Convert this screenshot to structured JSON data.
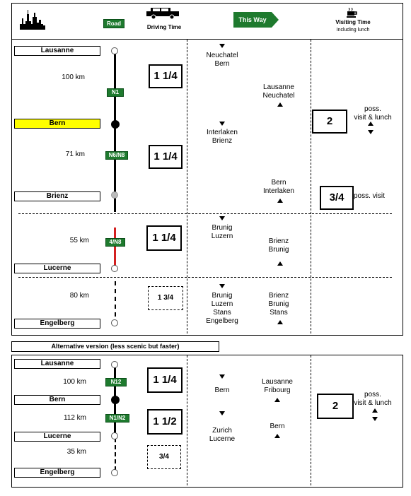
{
  "header": {
    "road_label": "Road",
    "driving_time": "Driving Time",
    "this_way": "This Way",
    "visiting_time": "Visiting Time",
    "including_lunch": "Including lunch"
  },
  "main": {
    "cities": [
      "Lausanne",
      "Bern",
      "Brienz",
      "Lucerne",
      "Engelberg"
    ],
    "segments": [
      {
        "km": "100 km",
        "road": "N1",
        "time": "1 1/4"
      },
      {
        "km": "71 km",
        "road": "N6/N8",
        "time": "1 1/4"
      },
      {
        "km": "55 km",
        "road": "4/N8",
        "time": "1 1/4"
      },
      {
        "km": "80 km",
        "road": "",
        "time": "1 3/4"
      }
    ],
    "directions_down": [
      "Neuchatel\nBern",
      "Interlaken\nBrienz",
      "Brunig\nLuzern",
      "Brunig\nLuzern\nStans\nEngelberg"
    ],
    "directions_up": [
      "Lausanne\nNeuchatel",
      "Bern\nInterlaken",
      "Brienz\nBrunig",
      "Brienz\nBrunig\nStans"
    ],
    "visits": [
      {
        "time": "2",
        "note": "poss.\nvisit & lunch"
      },
      {
        "time": "3/4",
        "note": "poss. visit"
      }
    ]
  },
  "alt": {
    "title": "Alternative version (less scenic but faster)",
    "cities": [
      "Lausanne",
      "Bern",
      "Lucerne",
      "Engelberg"
    ],
    "segments": [
      {
        "km": "100 km",
        "road": "N12",
        "time": "1 1/4"
      },
      {
        "km": "112 km",
        "road": "N1/N2",
        "time": "1 1/2"
      },
      {
        "km": "35 km",
        "road": "",
        "time": "3/4"
      }
    ],
    "directions_down": [
      "Bern",
      "Zurich\nLucerne"
    ],
    "directions_up": [
      "Lausanne\nFribourg",
      "Bern"
    ],
    "visit": {
      "time": "2",
      "note": "poss.\nvisit & lunch"
    }
  },
  "colors": {
    "road_green": "#1e7a2e",
    "highlight": "#ffff00",
    "road_red": "#d32020"
  }
}
